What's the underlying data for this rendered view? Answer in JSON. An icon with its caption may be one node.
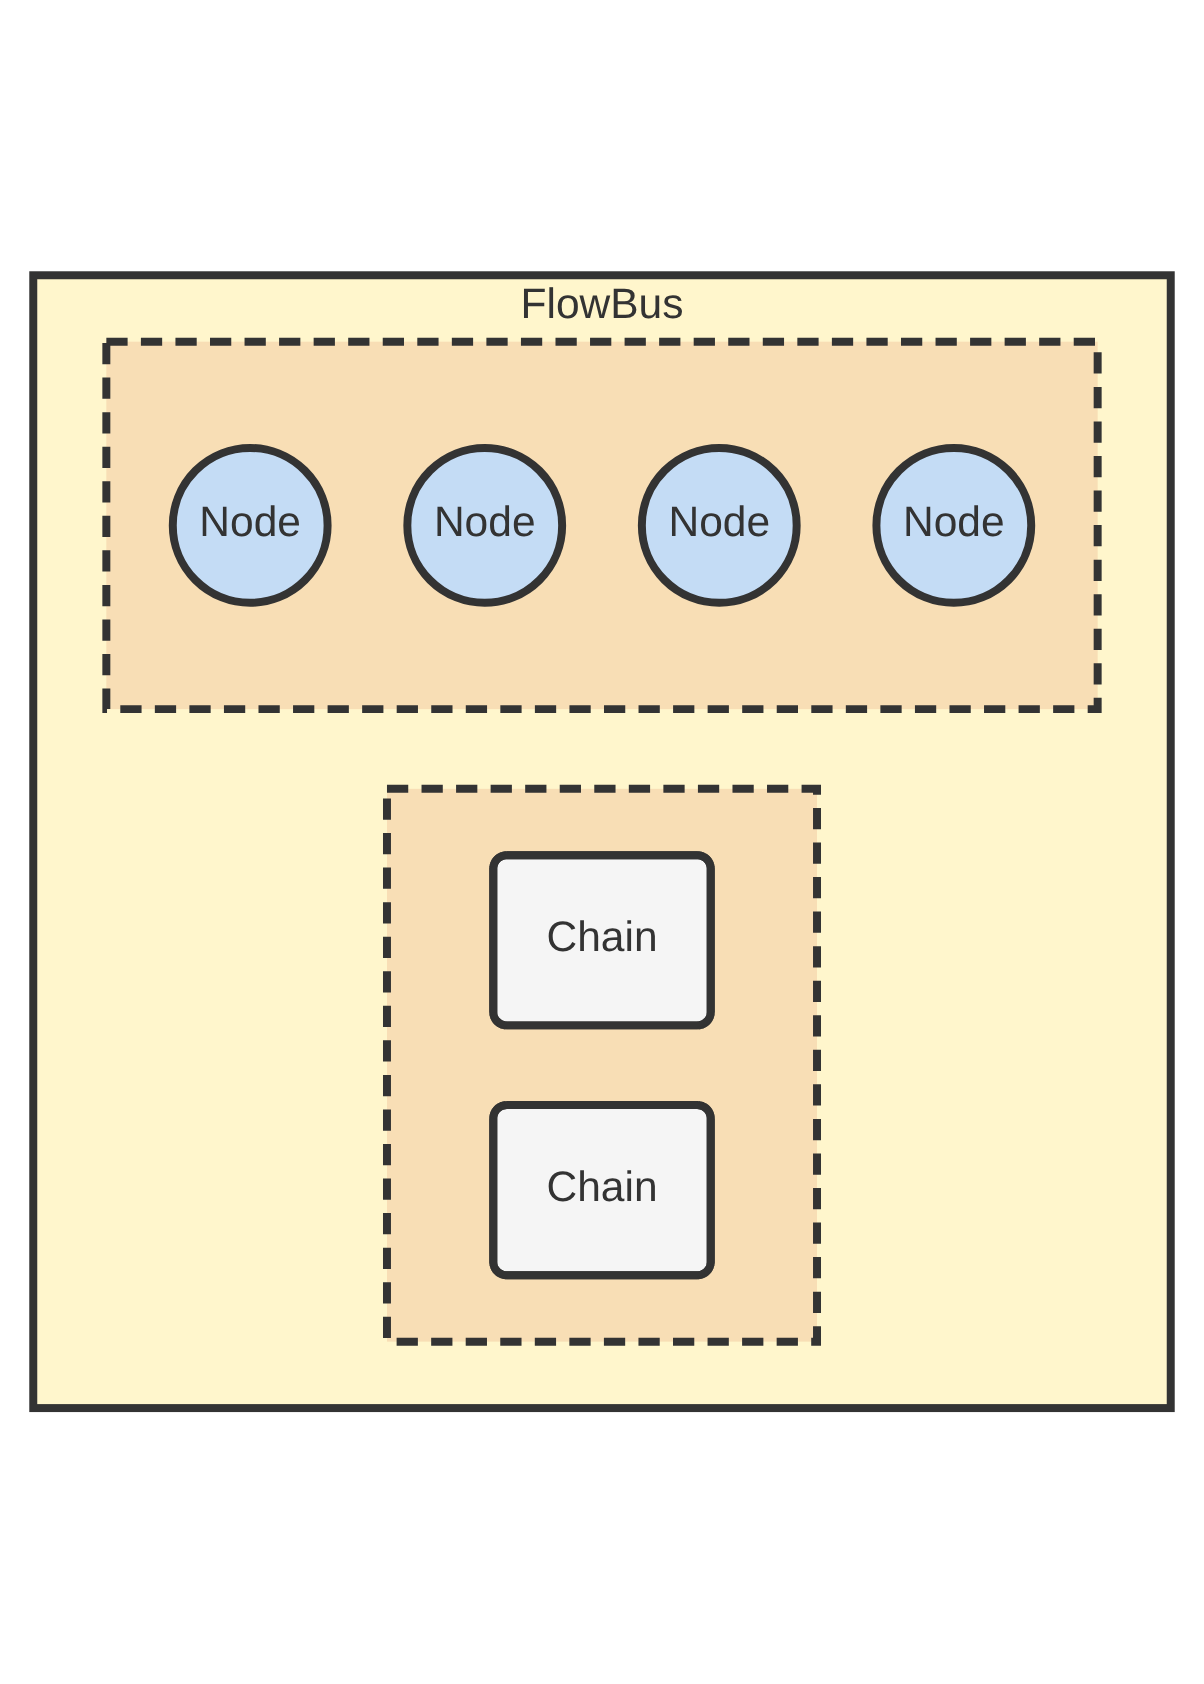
{
  "diagram": {
    "nodes": [
      {
        "text": [
          "FlowBus"
        ]
      },
      {
        "text": [],
        "shape": "box",
        "in": 0
      },
      {
        "text": [
          "Node"
        ],
        "in": 1
      },
      {
        "text": [
          "Node"
        ],
        "in": 1
      },
      {
        "text": [
          "Node"
        ],
        "in": 1
      },
      {
        "text": [
          "Node"
        ],
        "in": 1
      },
      {
        "text": [],
        "shape": "box",
        "in": 0
      },
      {
        "text": [
          "Chain"
        ],
        "in": 6
      },
      {
        "text": [
          "Chain"
        ],
        "in": 6
      }
    ],
    "edges": []
  }
}
